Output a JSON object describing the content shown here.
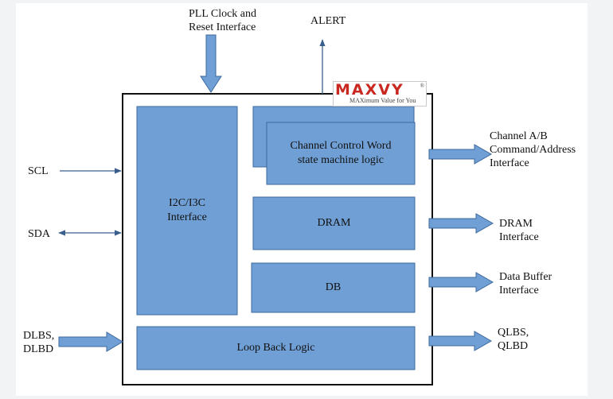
{
  "labels": {
    "pll": "PLL Clock and\nReset Interface",
    "alert": "ALERT",
    "scl": "SCL",
    "sda": "SDA",
    "dlbs": "DLBS,\nDLBD",
    "channel_ab": "Channel A/B\nCommand/Address\nInterface",
    "dram_interface": "DRAM\nInterface",
    "data_buffer_interface": "Data Buffer\nInterface",
    "qlbs": "QLBS,\nQLBD"
  },
  "blocks": {
    "i2c": "I2C/I3C\nInterface",
    "channel_control": "Channel Control Word\nstate machine logic",
    "dram": "DRAM",
    "db": "DB",
    "loopback": "Loop Back Logic"
  },
  "logo": {
    "brand": "MAXVY",
    "tagline": "MAXimum Value for You",
    "registered": "®"
  },
  "colors": {
    "block_fill": "#6f9fd4",
    "block_stroke": "#3d6a9e",
    "arrow_fill": "#6f9fd4",
    "line": "#3b5f8c",
    "logo_red": "#c8281f"
  }
}
